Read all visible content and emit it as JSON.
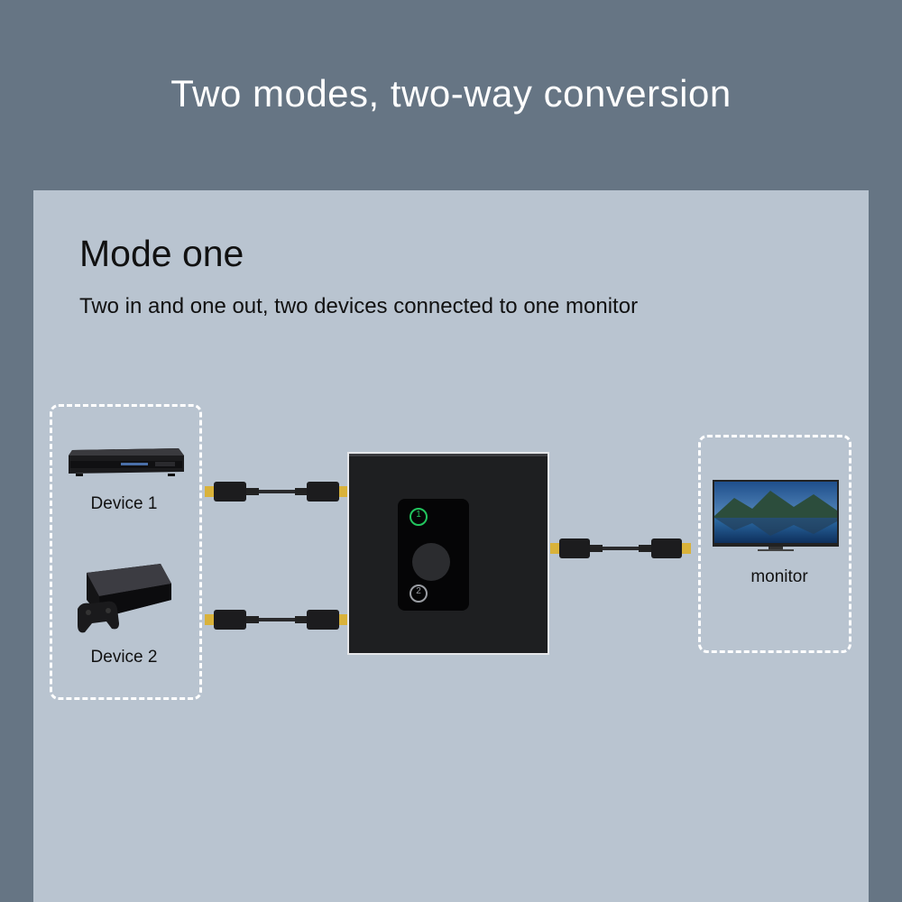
{
  "header": {
    "title": "Two modes, two-way conversion"
  },
  "mode": {
    "title": "Mode one",
    "description": "Two in and one out, two devices connected to one monitor"
  },
  "devices": [
    {
      "label": "Device 1",
      "icon": "blu-ray-player-icon"
    },
    {
      "label": "Device 2",
      "icon": "game-console-icon"
    }
  ],
  "output": {
    "label": "monitor",
    "icon": "monitor-icon"
  },
  "switch": {
    "port_labels": [
      "1",
      "2"
    ],
    "indicator_color": "#22c55e"
  },
  "colors": {
    "background": "#667584",
    "panel": "#b9c4d0",
    "dashed_border": "#ffffff",
    "hdmi_gold": "#d9b23a"
  }
}
